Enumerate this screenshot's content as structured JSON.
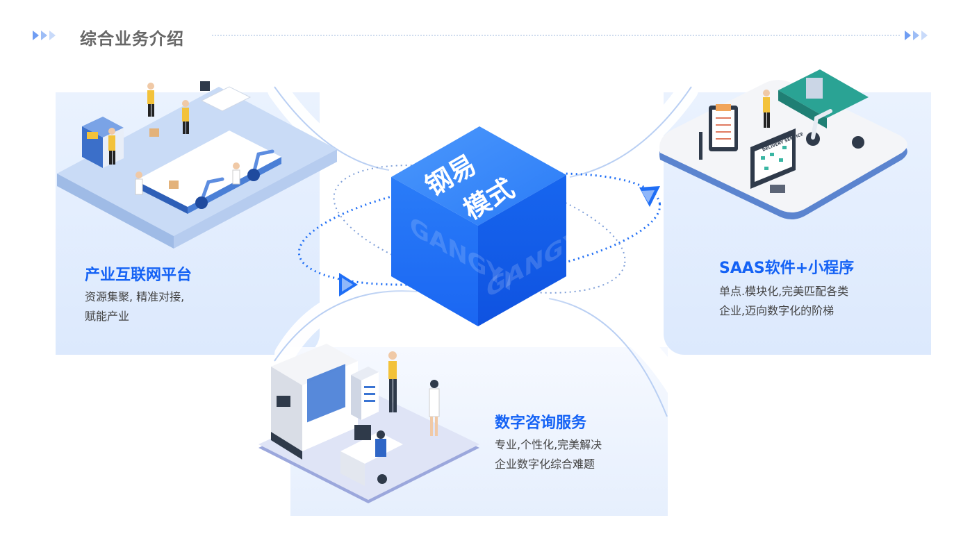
{
  "header": {
    "title": "综合业务介绍"
  },
  "cube": {
    "brand_line1": "钢易",
    "brand_line2": "模式",
    "watermark_left": "GANGYI",
    "watermark_right": "GANGYI"
  },
  "cards": [
    {
      "title": "产业互联网平台",
      "desc_line1": "资源集聚, 精准对接,",
      "desc_line2": "赋能产业"
    },
    {
      "title": "SAAS软件+小程序",
      "desc_line1": "单点.模块化,完美匹配各类",
      "desc_line2": "企业,迈向数字化的阶梯"
    },
    {
      "title": "数字咨询服务",
      "desc_line1": "专业,个性化,完美解决",
      "desc_line2": "企业数字化综合难题"
    }
  ],
  "illustration_labels": {
    "delivery_sign": "DELIVERY SERVICE"
  },
  "colors": {
    "accent": "#1462f5",
    "cube_front": "#1f74f6",
    "cube_side": "#1459e6",
    "cube_top": "#3c8cfb",
    "panel_bg": "#e3eefd",
    "header_text": "#666666"
  }
}
